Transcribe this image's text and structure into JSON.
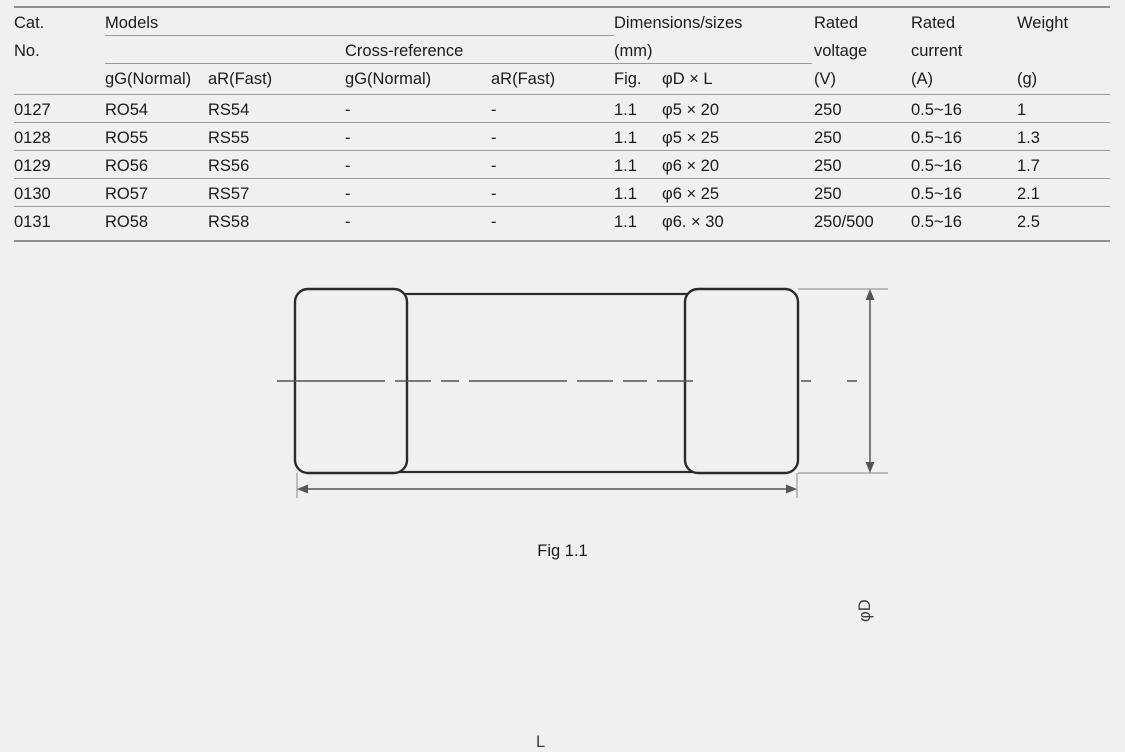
{
  "table": {
    "header": {
      "cat_no_line1": "Cat.",
      "cat_no_line2": "No.",
      "models_group": "Models",
      "cross_reference_group": "Cross-reference",
      "dimensions_group_line1": "Dimensions/sizes",
      "dimensions_group_line2": "(mm)",
      "models_gg": "gG(Normal)",
      "models_ar": "aR(Fast)",
      "xref_gg": "gG(Normal)",
      "xref_ar": "aR(Fast)",
      "fig": "Fig.",
      "dia_by_length": "φD × L",
      "rated_voltage_line1": "Rated",
      "rated_voltage_line2": "voltage",
      "rated_voltage_unit": "(V)",
      "rated_current_line1": "Rated",
      "rated_current_line2": "current",
      "rated_current_unit": "(A)",
      "weight_line1": "Weight",
      "weight_unit": "(g)"
    },
    "rows": [
      {
        "cat_no": "0127",
        "models_gg": "RO54",
        "models_ar": "RS54",
        "xref_gg": "-",
        "xref_ar": "-",
        "fig": "1.1",
        "dia_by_length": "φ5 × 20",
        "rated_voltage": "250",
        "rated_current": "0.5~16",
        "weight": "1"
      },
      {
        "cat_no": "0128",
        "models_gg": "RO55",
        "models_ar": "RS55",
        "xref_gg": "-",
        "xref_ar": "-",
        "fig": "1.1",
        "dia_by_length": "φ5 × 25",
        "rated_voltage": "250",
        "rated_current": "0.5~16",
        "weight": "1.3"
      },
      {
        "cat_no": "0129",
        "models_gg": "RO56",
        "models_ar": "RS56",
        "xref_gg": "-",
        "xref_ar": "-",
        "fig": "1.1",
        "dia_by_length": "φ6 × 20",
        "rated_voltage": "250",
        "rated_current": "0.5~16",
        "weight": "1.7"
      },
      {
        "cat_no": "0130",
        "models_gg": "RO57",
        "models_ar": "RS57",
        "xref_gg": "-",
        "xref_ar": "-",
        "fig": "1.1",
        "dia_by_length": "φ6 × 25",
        "rated_voltage": "250",
        "rated_current": "0.5~16",
        "weight": "2.1"
      },
      {
        "cat_no": "0131",
        "models_gg": "RO58",
        "models_ar": "RS58",
        "xref_gg": "-",
        "xref_ar": "-",
        "fig": "1.1",
        "dia_by_length": "φ6. × 30",
        "rated_voltage": "250/500",
        "rated_current": "0.5~16",
        "weight": "2.5"
      }
    ]
  },
  "drawing": {
    "caption": "Fig 1.1",
    "diameter_label": "φD",
    "length_label": "L",
    "colors": {
      "outline": "#2b2b2b",
      "dimension_line": "#555555",
      "centerline": "#555555",
      "background": "#f0f0f0",
      "rule": "#9a9a9a"
    }
  }
}
